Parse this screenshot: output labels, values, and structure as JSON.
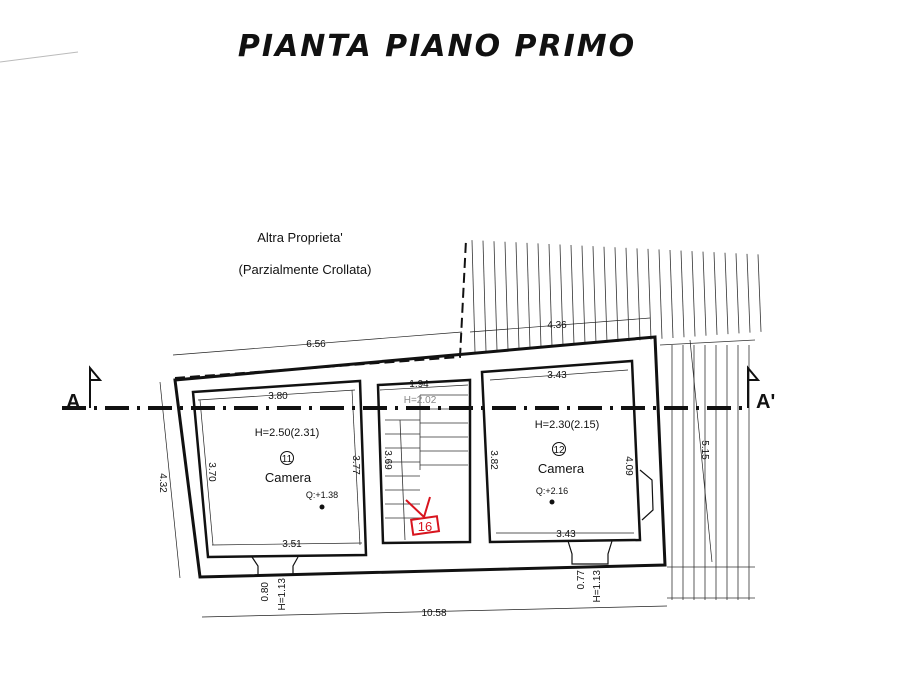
{
  "title": "PIANTA PIANO PRIMO",
  "neighbor": {
    "line1": "Altra Proprieta'",
    "line2": "(Parzialmente Crollata)"
  },
  "section": {
    "left": "A",
    "right": "A'"
  },
  "rooms": [
    {
      "number": "11",
      "name": "Camera",
      "height": "H=2.50(2.31)",
      "level": "Q:+1.38"
    },
    {
      "number": "12",
      "name": "Camera",
      "height": "H=2.30(2.15)",
      "level": "Q:+2.16"
    }
  ],
  "stair": {
    "height": "H=2.02",
    "marker": "16"
  },
  "dimensions": {
    "top_left": "6.56",
    "top_right": "4.36",
    "overall_bottom": "10.58",
    "left_side": "4.32",
    "right_side": "5.15",
    "room11_top": "3.80",
    "room11_bottom": "3.51",
    "room11_left": "3.70",
    "room11_right": "3.77",
    "stair_width": "1.94",
    "stair_len": "3.69",
    "room12_top": "3.43",
    "room12_bottom": "3.43",
    "room12_left": "3.82",
    "room12_right": "4.09",
    "win11_sill": "0.80",
    "win11_h": "H=1.13",
    "win12_sill": "0.77",
    "win12_h": "H=1.13"
  },
  "colors": {
    "ink": "#111111",
    "marker": "#d8141e"
  }
}
